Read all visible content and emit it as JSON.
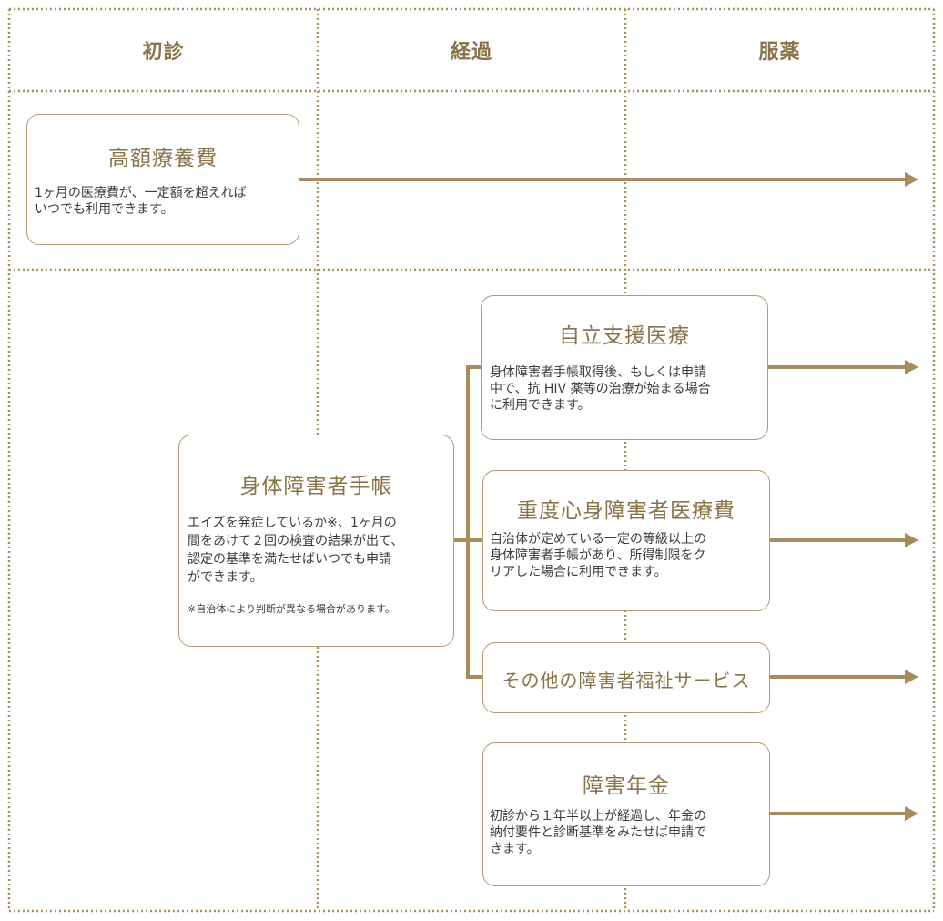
{
  "headers": {
    "col1": "初診",
    "col2": "経過",
    "col3": "服薬"
  },
  "kougaku": {
    "title": "高額療養費",
    "desc": "1ヶ月の医療費が、一定額を超えれば\nいつでも利用できます。"
  },
  "shintai": {
    "title": "身体障害者手帳",
    "desc": "エイズを発症しているか※、1ヶ月の\n間をあけて２回の検査の結果が出て、\n認定の基準を満たせばいつでも申請\nができます。",
    "note": "※自治体により判断が異なる場合があります。"
  },
  "jiritsu": {
    "title": "自立支援医療",
    "desc": "身体障害者手帳取得後、もしくは申請\n中で、抗 HIV 薬等の治療が始まる場合\nに利用できます。"
  },
  "juudo": {
    "title": "重度心身障害者医療費",
    "desc": "自治体が定めている一定の等級以上の\n身体障害者手帳があり、所得制限をク\nリアした場合に利用できます。"
  },
  "sonota": {
    "title": "その他の障害者福祉サービス"
  },
  "nenkin": {
    "title": "障害年金",
    "desc": "初診から１年半以上が経過し、年金の\n納付要件と診断基準をみたせば申請で\nきます。"
  },
  "colors": {
    "accent": "#8a7349",
    "line": "#a88c5e",
    "border": "#b39c72",
    "dots": "#a89060"
  }
}
